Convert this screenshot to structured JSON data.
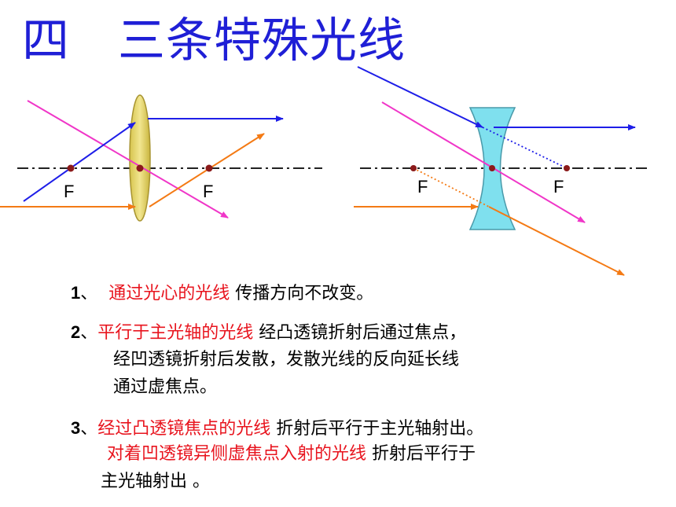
{
  "title": "四　三条特殊光线",
  "diagram": {
    "focus_label": "F",
    "colors": {
      "blue": "#1e1ee8",
      "magenta": "#f036c8",
      "orange": "#f47a14",
      "lens_convex": "#e8d870",
      "lens_concave": "#7fe0ee",
      "focus_dot": "#8b1a1a"
    }
  },
  "rules": [
    {
      "number": "1",
      "sep": "、",
      "highlight": "通过光心的光线",
      "text": " 传播方向不改变。"
    },
    {
      "number": "2",
      "sep": "、",
      "highlight": "平行于主光轴的光线",
      "text": " 经凸透镜折射后通过焦点，",
      "line2": "经凹透镜折射后发散，发散光线的反向延长线",
      "line3": "通过虚焦点。"
    },
    {
      "number": "3",
      "sep": "、",
      "highlight": "经过凸透镜焦点的光线",
      "text": " 折射后平行于主光轴射出。",
      "line2_highlight": "对着凹透镜异侧虚焦点入射的光线",
      "line2_text": " 折射后平行于",
      "line3": "主光轴射出 。"
    }
  ]
}
